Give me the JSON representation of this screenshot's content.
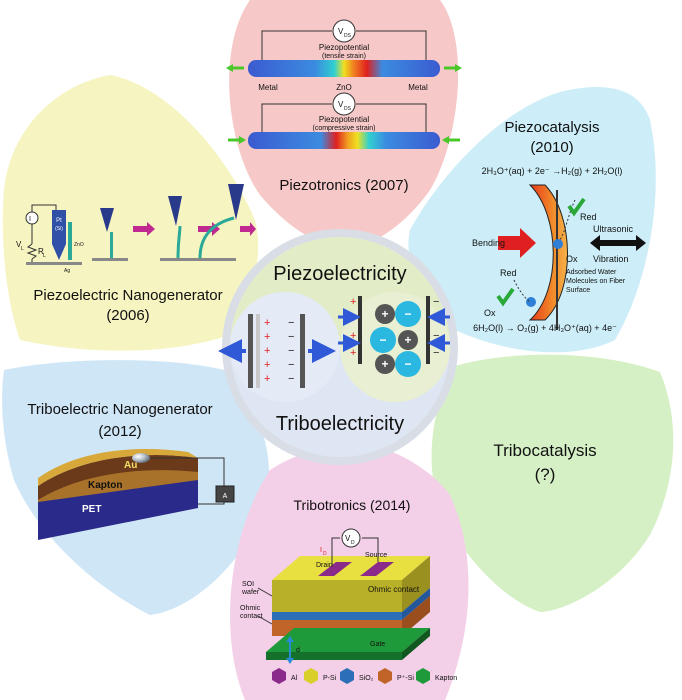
{
  "center": {
    "top_label": "Piezoelectricity",
    "bottom_label": "Triboelectricity",
    "plus": "+",
    "minus": "−"
  },
  "piezotronics": {
    "title": "Piezotronics (2007)",
    "vds": "V",
    "vds_sub": "DS",
    "tensile_label_1": "Piezopotential",
    "tensile_label_2": "(tensile strain)",
    "compressive_label_1": "Piezopotential",
    "compressive_label_2": "(compressive strain)",
    "metal_left": "Metal",
    "zno": "ZnO",
    "metal_right": "Metal"
  },
  "piezocatalysis": {
    "title_1": "Piezocatalysis",
    "title_2": "(2010)",
    "eq_top": "2H₃O⁺(aq) + 2e⁻ →H₂(g) + 2H₂O(l)",
    "bending": "Bending",
    "red_top": "Red",
    "ultrasonic": "Ultrasonic",
    "vibration": "Vibration",
    "red_bottom": "Red",
    "ox_mid": "Ox",
    "ox_bottom": "Ox",
    "adsorbed_1": "Adsorbed Water",
    "adsorbed_2": "Molecules on Fiber",
    "adsorbed_3": "Surface",
    "eq_bottom": "6H₂O(l) → O₂(g) + 4H₃O⁺(aq) + 4e⁻"
  },
  "piezo_nanogenerator": {
    "title_1": "Piezoelectric Nanogenerator",
    "title_2": "(2006)",
    "current": "I",
    "vl": "V",
    "vl_sub": "L",
    "rl": "R",
    "rl_sub": "L",
    "pt": "Pt",
    "si": "(Si)",
    "zno": "ZnO",
    "ag": "Ag"
  },
  "tribo_nanogenerator": {
    "title_1": "Triboelectric Nanogenerator",
    "title_2": "(2012)",
    "au": "Au",
    "kapton": "Kapton",
    "pet": "PET",
    "meter": "A"
  },
  "tribocatalysis": {
    "title_1": "Tribocatalysis",
    "title_2": "(?)"
  },
  "tribotronics": {
    "title": "Tribotronics (2014)",
    "vd": "V",
    "vd_sub": "D",
    "drain": "Drain",
    "source": "Source",
    "id": "I",
    "id_sub": "D",
    "ohmic_contact_top": "Ohmic contact",
    "soi_1": "SOI",
    "soi_2": "wafer",
    "ohmic_1": "Ohmic",
    "ohmic_2": "contact",
    "gate": "Gate",
    "d": "d",
    "legend": [
      {
        "label": "Al",
        "color": "#8a2a8a"
      },
      {
        "label": "P-Si",
        "color": "#d8cf2a"
      },
      {
        "label": "SiO₂",
        "color": "#2c6fb8"
      },
      {
        "label": "P⁺-Si",
        "color": "#c0642a"
      },
      {
        "label": "Kapton",
        "color": "#1f9a3a"
      }
    ]
  },
  "colors": {
    "piezotronics_petal": "#f6c8c8",
    "piezocatalysis_petal": "#cdeef8",
    "piezo_ng_petal": "#f6f4c0",
    "tribo_ng_petal": "#cfe6f6",
    "tribocatalysis_petal": "#d6f0c6",
    "tribotronics_petal": "#f4cfe8",
    "center_outer": "#d8dde6",
    "center_piezo": "#e2edc8",
    "center_tribo": "#dfe6f3",
    "arrow_blue": "#2f59d6",
    "charge_cyan": "#2ab8e0",
    "charge_gray": "#555555",
    "accent_red": "#e02020"
  },
  "icons": [
    "arrow-icon",
    "checkmark-icon",
    "ammeter-icon",
    "voltmeter-icon",
    "resistor-icon"
  ]
}
